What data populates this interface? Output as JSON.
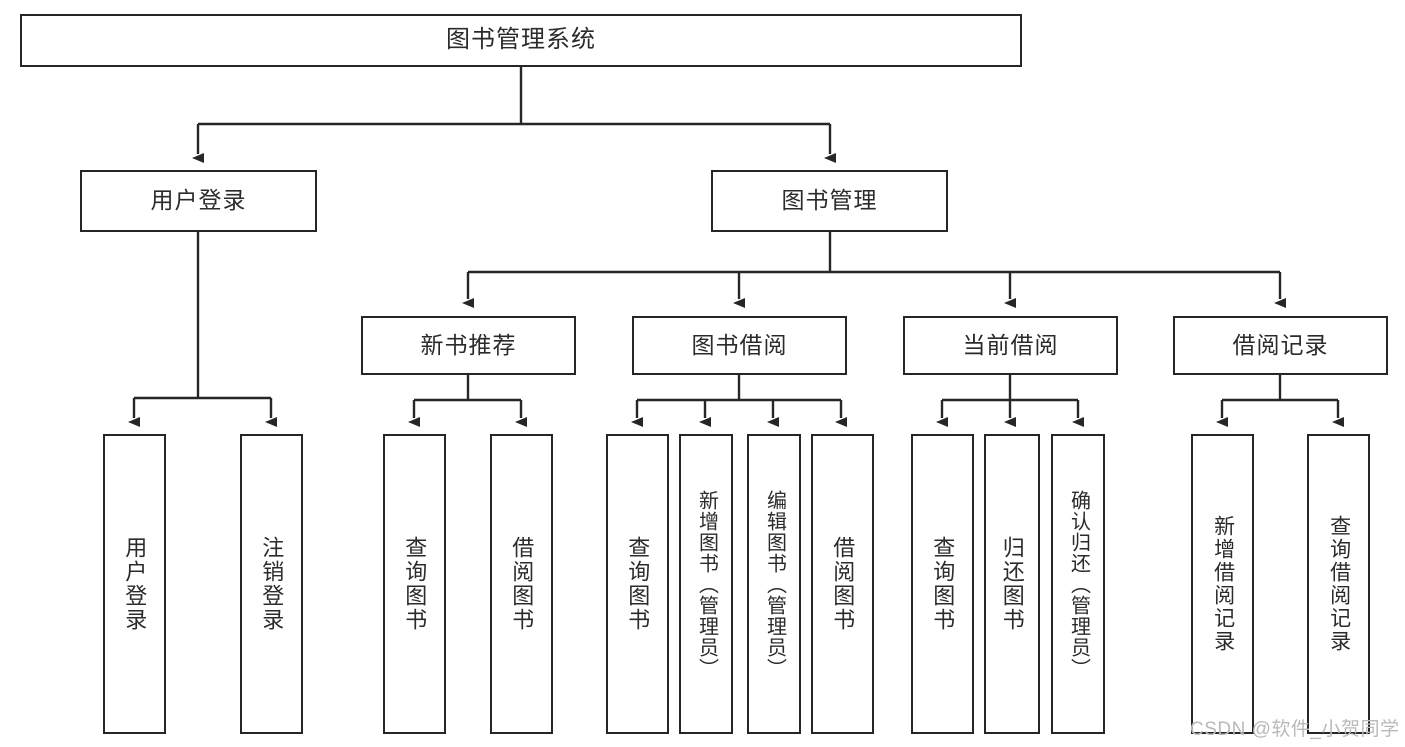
{
  "diagram": {
    "type": "tree-hierarchy",
    "title": "图书管理系统",
    "orientation": "top-down",
    "watermark": "CSDN @软件_小贺同学",
    "colors": {
      "box_border": "#262626",
      "box_fill": "#ffffff",
      "connector": "#262626",
      "text": "#2b2b2b",
      "watermark": "#b9b9b9",
      "background": "#ffffff"
    },
    "levels": {
      "level1": [
        "图书管理系统"
      ],
      "level2": [
        "用户登录",
        "图书管理"
      ],
      "level3": [
        "新书推荐",
        "图书借阅",
        "当前借阅",
        "借阅记录"
      ],
      "level4": [
        "用户登录",
        "注销登录",
        "查询图书",
        "借阅图书",
        "查询图书",
        "新增图书（管理员）",
        "编辑图书（管理员）",
        "借阅图书",
        "查询图书",
        "归还图书",
        "确认归还（管理员）",
        "新增借阅记录",
        "查询借阅记录"
      ]
    },
    "nodes": {
      "root": {
        "label": "图书管理系统"
      },
      "user_login": {
        "label": "用户登录"
      },
      "book_manage": {
        "label": "图书管理"
      },
      "new_book_rec": {
        "label": "新书推荐"
      },
      "book_borrow": {
        "label": "图书借阅"
      },
      "current_borrow": {
        "label": "当前借阅"
      },
      "borrow_record": {
        "label": "借阅记录"
      },
      "leaf_user_login": {
        "label": "用户登录"
      },
      "leaf_logout": {
        "label": "注销登录"
      },
      "leaf_query_book_1": {
        "label": "查询图书"
      },
      "leaf_borrow_book_1": {
        "label": "借阅图书"
      },
      "leaf_query_book_2": {
        "label": "查询图书"
      },
      "leaf_add_book": {
        "label": "新增图书（管理员）"
      },
      "leaf_edit_book": {
        "label": "编辑图书（管理员）"
      },
      "leaf_borrow_book_2": {
        "label": "借阅图书"
      },
      "leaf_query_book_3": {
        "label": "查询图书"
      },
      "leaf_return_book": {
        "label": "归还图书"
      },
      "leaf_confirm_return": {
        "label": "确认归还（管理员）"
      },
      "leaf_add_record": {
        "label": "新增借阅记录"
      },
      "leaf_query_record": {
        "label": "查询借阅记录"
      }
    },
    "edges": [
      {
        "from": "root",
        "to": "user_login"
      },
      {
        "from": "root",
        "to": "book_manage"
      },
      {
        "from": "user_login",
        "to": "leaf_user_login"
      },
      {
        "from": "user_login",
        "to": "leaf_logout"
      },
      {
        "from": "book_manage",
        "to": "new_book_rec"
      },
      {
        "from": "book_manage",
        "to": "book_borrow"
      },
      {
        "from": "book_manage",
        "to": "current_borrow"
      },
      {
        "from": "book_manage",
        "to": "borrow_record"
      },
      {
        "from": "new_book_rec",
        "to": "leaf_query_book_1"
      },
      {
        "from": "new_book_rec",
        "to": "leaf_borrow_book_1"
      },
      {
        "from": "book_borrow",
        "to": "leaf_query_book_2"
      },
      {
        "from": "book_borrow",
        "to": "leaf_add_book"
      },
      {
        "from": "book_borrow",
        "to": "leaf_edit_book"
      },
      {
        "from": "book_borrow",
        "to": "leaf_borrow_book_2"
      },
      {
        "from": "current_borrow",
        "to": "leaf_query_book_3"
      },
      {
        "from": "current_borrow",
        "to": "leaf_return_book"
      },
      {
        "from": "current_borrow",
        "to": "leaf_confirm_return"
      },
      {
        "from": "borrow_record",
        "to": "leaf_add_record"
      },
      {
        "from": "borrow_record",
        "to": "leaf_query_record"
      }
    ]
  }
}
